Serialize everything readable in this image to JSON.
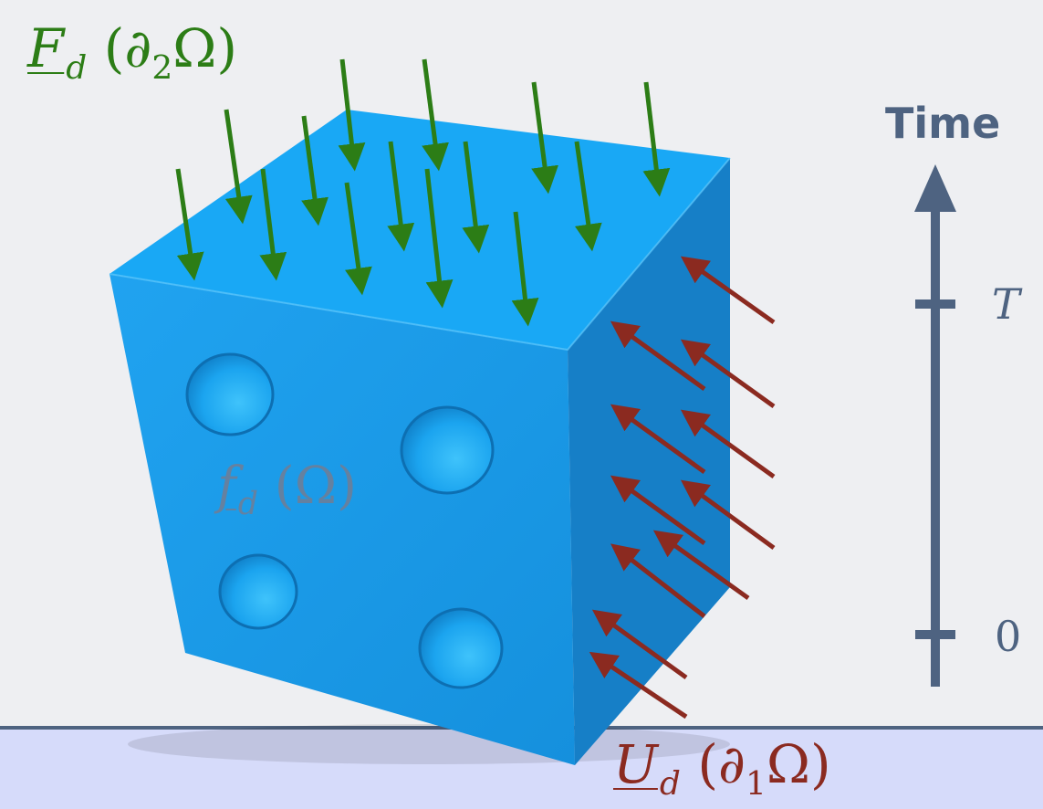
{
  "labels": {
    "traction": {
      "symbol": "F",
      "sub": "d",
      "domain_symbol": "∂",
      "domain_sub": "2",
      "domain_set": "Ω"
    },
    "body_force": {
      "symbol": "f",
      "sub": "d",
      "domain_set": "Ω"
    },
    "displacement": {
      "symbol": "U",
      "sub": "d",
      "domain_symbol": "∂",
      "domain_sub": "1",
      "domain_set": "Ω"
    }
  },
  "time_axis": {
    "title": "Time",
    "tick_upper": "T",
    "tick_lower": "0"
  },
  "colors": {
    "background": "#eeeff2",
    "floor": "#d6dbfa",
    "floor_line": "#4e6381",
    "cube_front": "#1a98e6",
    "cube_top": "#19a8f5",
    "cube_side": "#167fc7",
    "traction_arrows": "#2c7d16",
    "displacement_arrows": "#8b2a20",
    "time_axis": "#4e6381"
  },
  "icons": {
    "traction_arrow": "arrow-down-icon",
    "displacement_arrow": "arrow-up-left-icon",
    "time_arrow": "arrow-up-icon"
  }
}
